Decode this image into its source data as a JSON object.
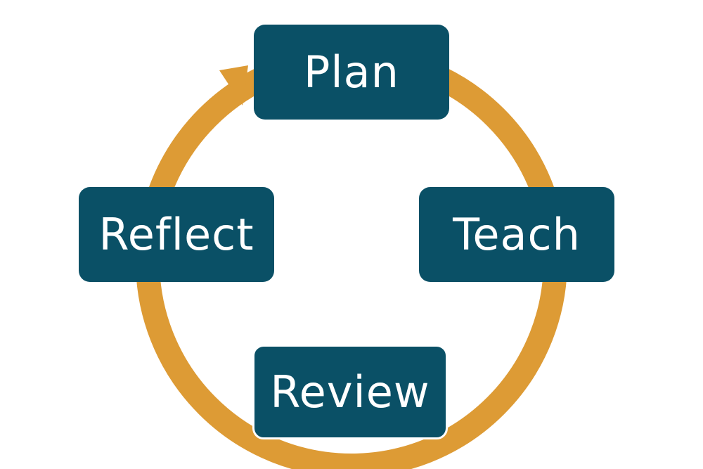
{
  "colors": {
    "box_fill": "#0a5066",
    "ring": "#dd9b35",
    "text": "#ffffff"
  },
  "cycle": {
    "steps": [
      {
        "label": "Plan"
      },
      {
        "label": "Teach"
      },
      {
        "label": "Review"
      },
      {
        "label": "Reflect"
      }
    ]
  }
}
